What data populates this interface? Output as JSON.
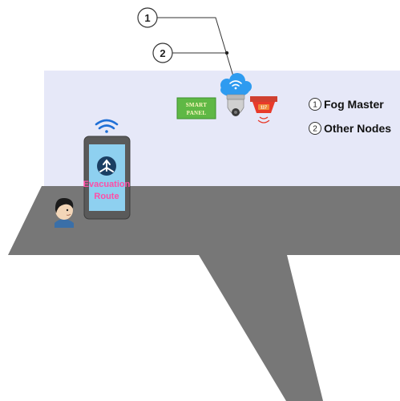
{
  "callouts": [
    {
      "number": "1"
    },
    {
      "number": "2"
    }
  ],
  "legend": [
    {
      "number": "1",
      "label": "Fog Master"
    },
    {
      "number": "2",
      "label": "Other Nodes"
    }
  ],
  "smart_panel": {
    "line1": "SMART",
    "line2": "PANEL"
  },
  "alarm": {
    "label": "117"
  },
  "phone": {
    "line1": "Evacuation",
    "line2": "Route"
  },
  "colors": {
    "wall": "#e6e8f8",
    "floor": "#777777",
    "panel_green": "#5fb845",
    "cloud_blue": "#2e9bf0",
    "alarm_red": "#e83a2a",
    "phone_body": "#5a5a5a",
    "phone_screen": "#8ed0f0",
    "wifi_blue": "#1f6fd6"
  }
}
